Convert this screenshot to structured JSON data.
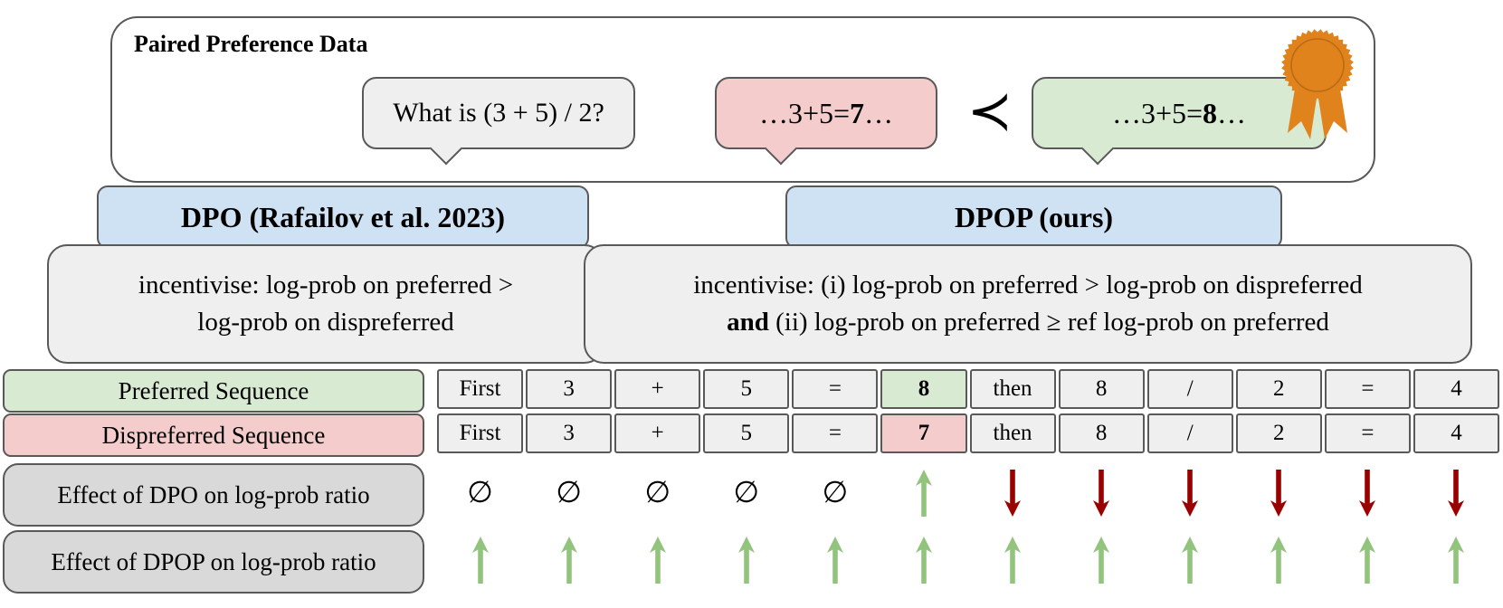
{
  "panel": {
    "title": "Paired Preference Data",
    "question_bubble": {
      "text": "What is (3 + 5) / 2?"
    },
    "dispreferred_bubble": {
      "prefix": "…3+5=",
      "answer": "7",
      "suffix": "…"
    },
    "preference_symbol": "≺",
    "preferred_bubble": {
      "prefix": "…3+5=",
      "answer": "8",
      "suffix": "…"
    },
    "medal_icon": "award-rosette-icon"
  },
  "methods": [
    {
      "name": "DPO (Rafailov et al. 2023)",
      "incentive_lines": [
        "incentivise: log-prob on preferred >",
        "log-prob on dispreferred"
      ]
    },
    {
      "name": "DPOP (ours)",
      "incentive_line1": "incentivise: (i) log-prob on preferred > log-prob on dispreferred",
      "incentive_line2_bold": "and",
      "incentive_line2_rest": " (ii) log-prob on preferred ≥ ref log-prob on preferred"
    }
  ],
  "table": {
    "none_symbol": "∅",
    "rows": [
      {
        "label": "Preferred Sequence",
        "tokens": [
          "First",
          "3",
          "+",
          "5",
          "=",
          "8",
          "then",
          "8",
          "/",
          "2",
          "=",
          "4"
        ],
        "highlight_index": 5,
        "highlight": "green"
      },
      {
        "label": "Dispreferred Sequence",
        "tokens": [
          "First",
          "3",
          "+",
          "5",
          "=",
          "7",
          "then",
          "8",
          "/",
          "2",
          "=",
          "4"
        ],
        "highlight_index": 5,
        "highlight": "pink"
      },
      {
        "label": "Effect of DPO on log-prob ratio",
        "effects": [
          "none",
          "none",
          "none",
          "none",
          "none",
          "up",
          "down",
          "down",
          "down",
          "down",
          "down",
          "down"
        ]
      },
      {
        "label": "Effect of DPOP on log-prob ratio",
        "effects": [
          "up",
          "up",
          "up",
          "up",
          "up",
          "up",
          "up",
          "up",
          "up",
          "up",
          "up",
          "up"
        ]
      }
    ]
  },
  "colors": {
    "preferred_green": "#d9ead3",
    "dispreferred_pink": "#f4cccc",
    "method_blue": "#cfe2f3",
    "neutral_gray": "#efefef",
    "label_gray": "#d9d9d9",
    "border_gray": "#595959",
    "up_arrow_green": "#93c47d",
    "down_arrow_red": "#990000",
    "medal_orange": "#e0831d",
    "medal_orange_dark": "#b96a14"
  }
}
